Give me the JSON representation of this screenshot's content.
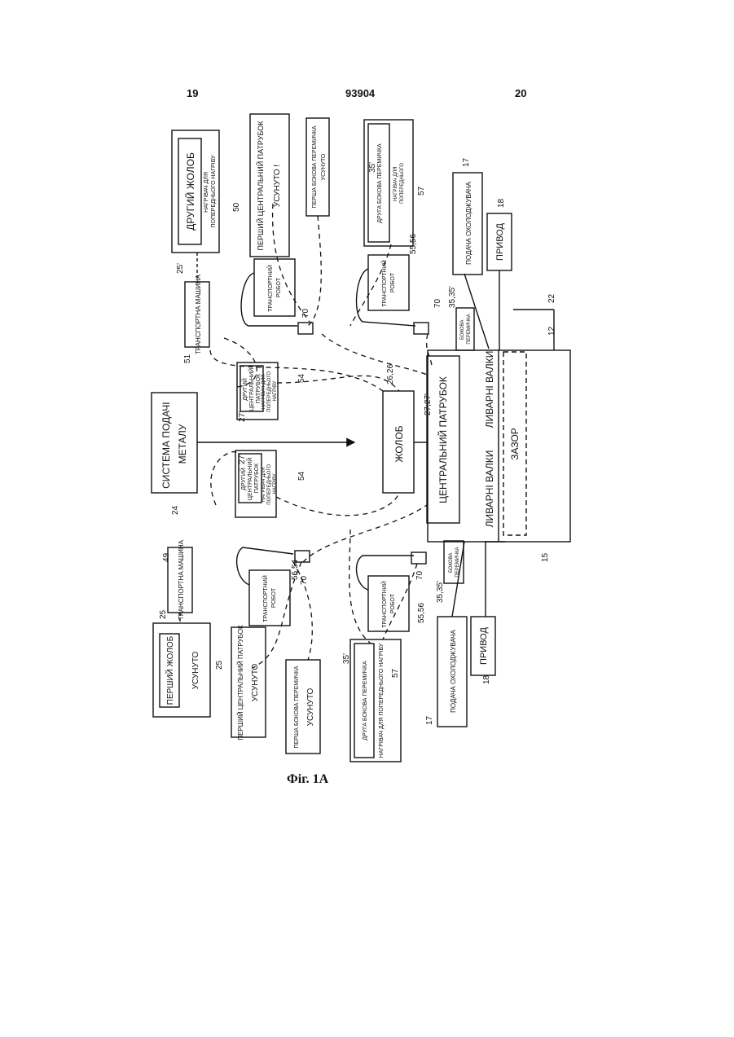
{
  "header": {
    "page_left": "19",
    "patent_number": "93904",
    "page_right": "20"
  },
  "figure_caption": "Фiг. 1А",
  "diagram": {
    "boxes": {
      "feed_system": [
        "СИСТЕМА ПОДАЧІ",
        "МЕТАЛУ"
      ],
      "trough": "ЖОЛОБ",
      "central_nozzle": "ЦЕНТРАЛЬНИЙ ПАТРУБОК",
      "casting_rolls_left": "ЛИВАРНІ ВАЛКИ",
      "casting_rolls_right": "ЛИВАРНІ ВАЛКИ",
      "gap": "ЗАЗОР",
      "transport_machine_top": "ТРАНСПОРТНА МАШИНА",
      "transport_machine_bottom": "ТРАНСПОРТНА МАШИНА",
      "other_trough": "ДРУГИЙ ЖОЛОБ",
      "other_trough_heater": [
        "НАГРІВАЧ ДЛЯ",
        "ПОПЕРЕДНЬОГО НАГРІВУ"
      ],
      "first_trough": "ПЕРШИЙ ЖОЛОБ",
      "removed": "УСУНУТО",
      "removed_excl": "УСУНУТО !",
      "first_central_nozzle": "ПЕРШИЙ ЦЕНТРАЛЬНИЙ ПАТРУБОК",
      "other_central_nozzle": [
        "ДРУГИЙ",
        "ЦЕНТРАЛЬНИЙ",
        "ПАТРУБОК"
      ],
      "heater_preheat": [
        "НАГРІВАЧ ДЛЯ",
        "ПОПЕРЕДНЬОГО",
        "НАГРІВУ"
      ],
      "first_side_dam": "ПЕРША БОКОВА ПЕРЕМИЧКА",
      "second_side_dam": "ДРУГА БОКОВА ПЕРЕМИЧКА",
      "heater_preheat_inline": "НАГРІВАЧ ДЛЯ ПОПЕРЕДНЬОГО НАГРІВУ",
      "transport_robot": [
        "ТРАНСПОРТНИЙ",
        "РОБОТ"
      ],
      "side_dam": [
        "БОКОВА",
        "ПЕРЕМИЧКА"
      ],
      "coolant_supply": "ПОДАЧА ОХОЛОДЖУВАЧА",
      "drive": "ПРИВОД"
    },
    "refs": {
      "r17": "17",
      "r18": "18",
      "r22": "22",
      "r12": "12",
      "r15": "15",
      "r24": "24",
      "r25": "25",
      "r25p": "25'",
      "r26": "26,26'",
      "r27p": "27'",
      "r2727": "27,27'",
      "r35": "35,35'",
      "r35p": "35'",
      "r49": "49",
      "r50": "50",
      "r51": "51",
      "r54": "54",
      "r5654": "56,54",
      "r5556": "55,56",
      "r57": "57",
      "r70": "70"
    }
  }
}
